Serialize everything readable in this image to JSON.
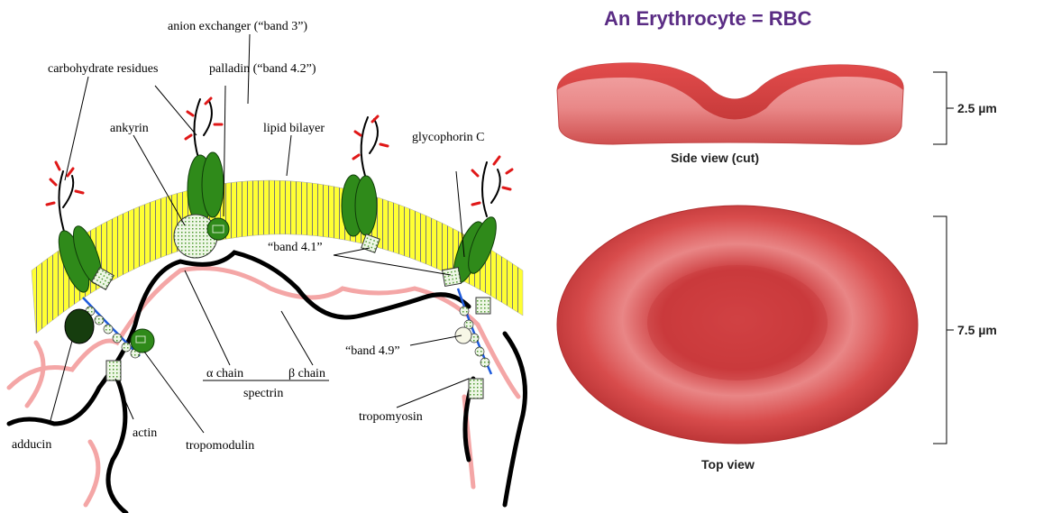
{
  "labels": {
    "anion_exchanger": "anion exchanger (“band 3”)",
    "carbohydrate_residues": "carbohydrate residues",
    "palladin": "palladin (“band 4.2”)",
    "lipid_bilayer": "lipid bilayer",
    "ankyrin": "ankyrin",
    "glycophorin_c": "glycophorin C",
    "band_41": "“band 4.1”",
    "band_49": "“band 4.9”",
    "alpha_chain": "α chain",
    "beta_chain": "β chain",
    "spectrin": "spectrin",
    "tropomyosin": "tropomyosin",
    "adducin": "adducin",
    "actin": "actin",
    "tropomodulin": "tropomodulin"
  },
  "rbc": {
    "title": "An Erythrocyte = RBC",
    "side_caption": "Side view (cut)",
    "top_caption": "Top view",
    "thickness": "2.5 µm",
    "diameter": "7.5 µm"
  },
  "colors": {
    "title": "#5a2c84",
    "bilayer": "#ffff00",
    "protein_green": "#2f8a1a",
    "spectrin_black": "#000000",
    "spectrin_pink": "#f4a0a0",
    "carbohydrate_red": "#e01818",
    "rbc_red": "#d94848"
  }
}
